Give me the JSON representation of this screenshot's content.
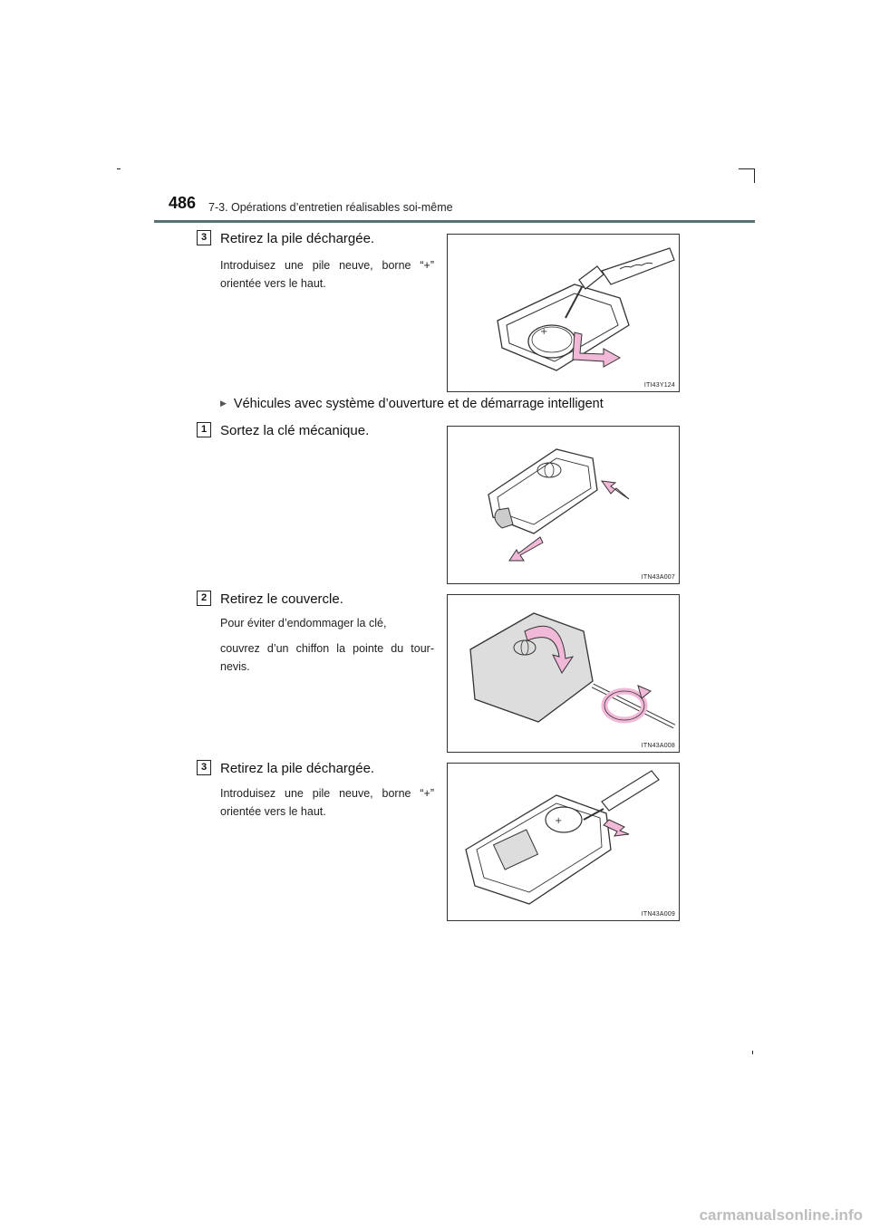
{
  "header": {
    "page_number": "486",
    "section_title": "7-3. Opérations d’entretien réalisables soi-même"
  },
  "step_a3": {
    "number": "3",
    "title": "Retirez la pile déchargée.",
    "body": "Introduisez une pile neuve, borne “+” orientée vers le haut.",
    "figure_code": "ITI43Y124"
  },
  "vehicle_note": {
    "marker_icon": "triangle-right-icon",
    "text": "Véhicules avec système d’ouverture et de démarrage intelligent"
  },
  "step_b1": {
    "number": "1",
    "title": "Sortez la clé mécanique.",
    "figure_code": "ITN43A007"
  },
  "step_b2": {
    "number": "2",
    "title": "Retirez le couvercle.",
    "body_1": "Pour éviter d’endommager la clé,",
    "body_2": "couvrez d’un chiffon la pointe du tour-nevis.",
    "figure_code": "ITN43A008"
  },
  "step_b3": {
    "number": "3",
    "title": "Retirez la pile déchargée.",
    "body": "Introduisez une pile neuve, borne “+” orientée vers le haut.",
    "figure_code": "ITN43A009"
  },
  "watermark": "carmanualsonline.info",
  "colors": {
    "header_rule": "#5a7173",
    "arrow_pink": "#f2b8d8",
    "outline": "#333333"
  }
}
